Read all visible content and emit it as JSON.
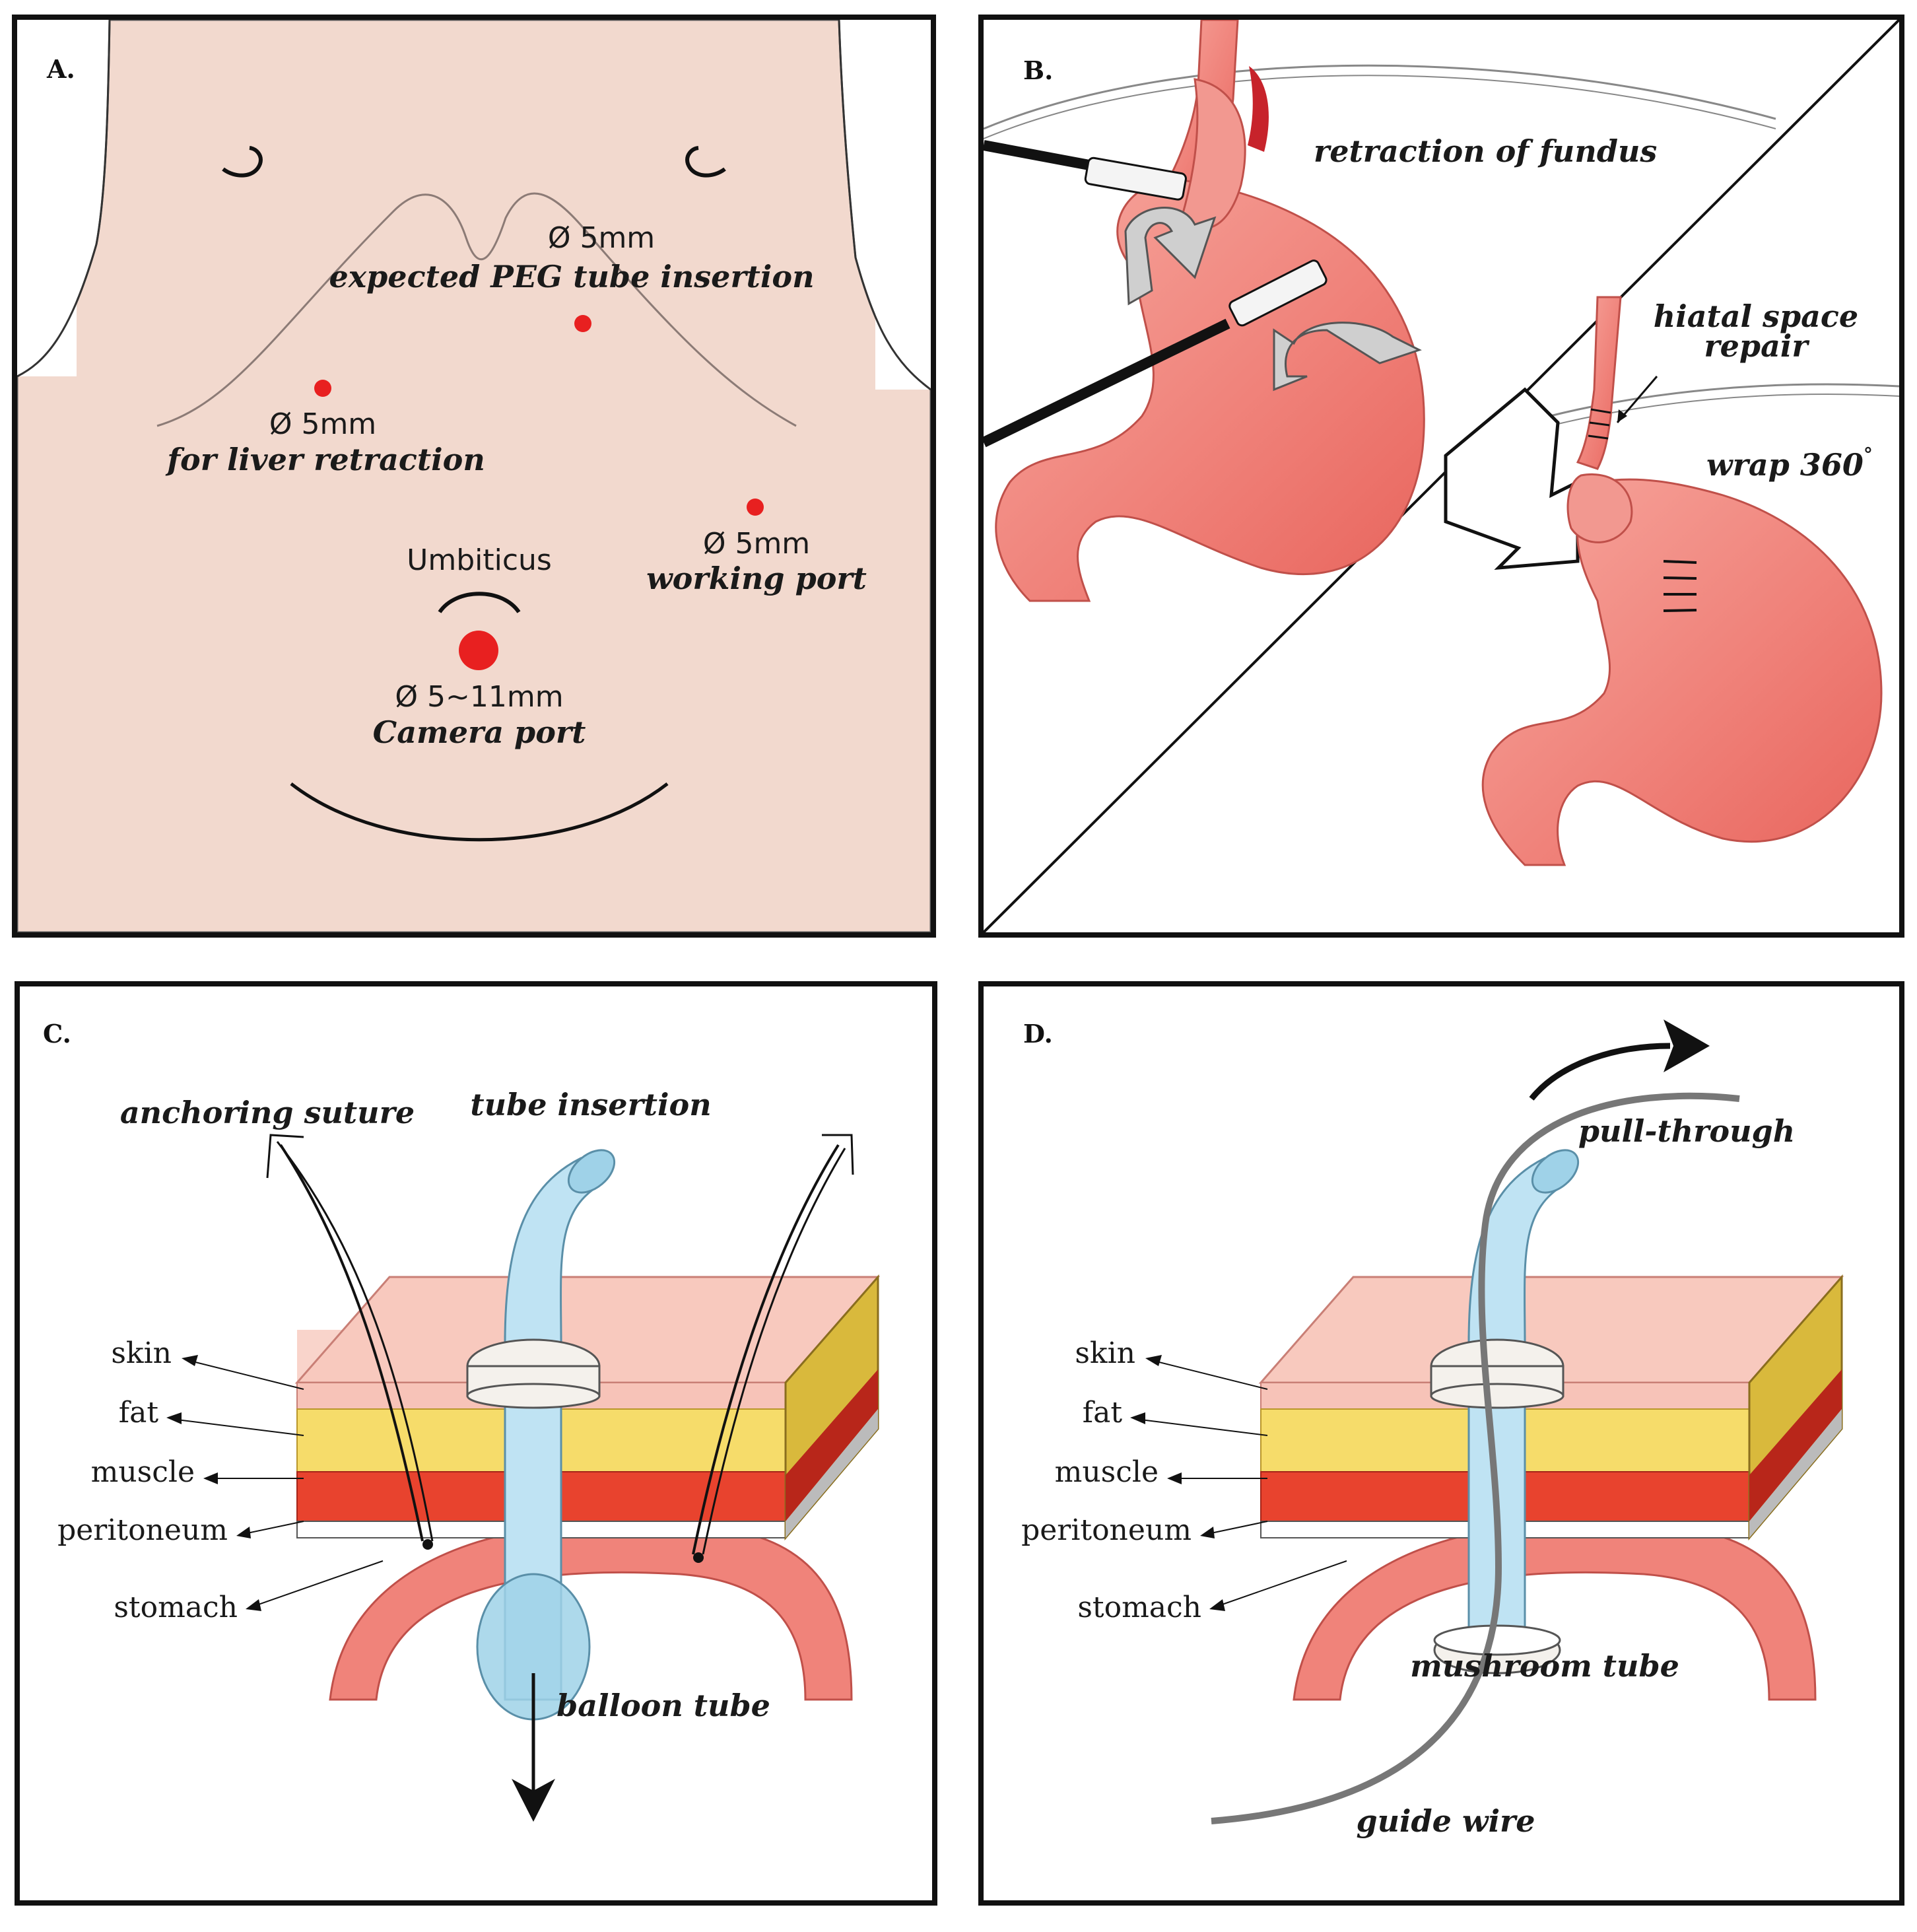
{
  "panel_a": {
    "label": "A.",
    "port_top_size": "Ø 5mm",
    "port_top_desc": "expected PEG tube insertion",
    "port_liver_size": "Ø 5mm",
    "port_liver_desc": "for liver retraction",
    "port_work_size": "Ø 5mm",
    "port_work_desc": "working port",
    "umbilicus": "Umbiticus",
    "camera_size": "Ø 5~11mm",
    "camera_desc": "Camera port",
    "colors": {
      "skin": "#f2d9ce",
      "port": "#e82020"
    }
  },
  "panel_b": {
    "label": "B.",
    "retraction": "retraction of fundus",
    "hiatal_1": "hiatal space",
    "hiatal_2": "repair",
    "wrap": "wrap 360",
    "wrap_deg": "°",
    "colors": {
      "stomach": "#f0837a"
    }
  },
  "panel_c": {
    "label": "C.",
    "anchoring": "anchoring suture",
    "tube_insertion": "tube insertion",
    "skin": "skin",
    "fat": "fat",
    "muscle": "muscle",
    "peritoneum": "peritoneum",
    "stomach": "stomach",
    "balloon": "balloon tube"
  },
  "panel_d": {
    "label": "D.",
    "pull_through": "pull-through",
    "skin": "skin",
    "fat": "fat",
    "muscle": "muscle",
    "peritoneum": "peritoneum",
    "stomach": "stomach",
    "mushroom": "mushroom tube",
    "guide_wire": "guide wire"
  },
  "layer_colors": {
    "skin": "#f7c3b8",
    "fat": "#f6dc6a",
    "muscle": "#e8432e",
    "peritoneum": "#ffffff",
    "tube": "#bfe3f3"
  }
}
